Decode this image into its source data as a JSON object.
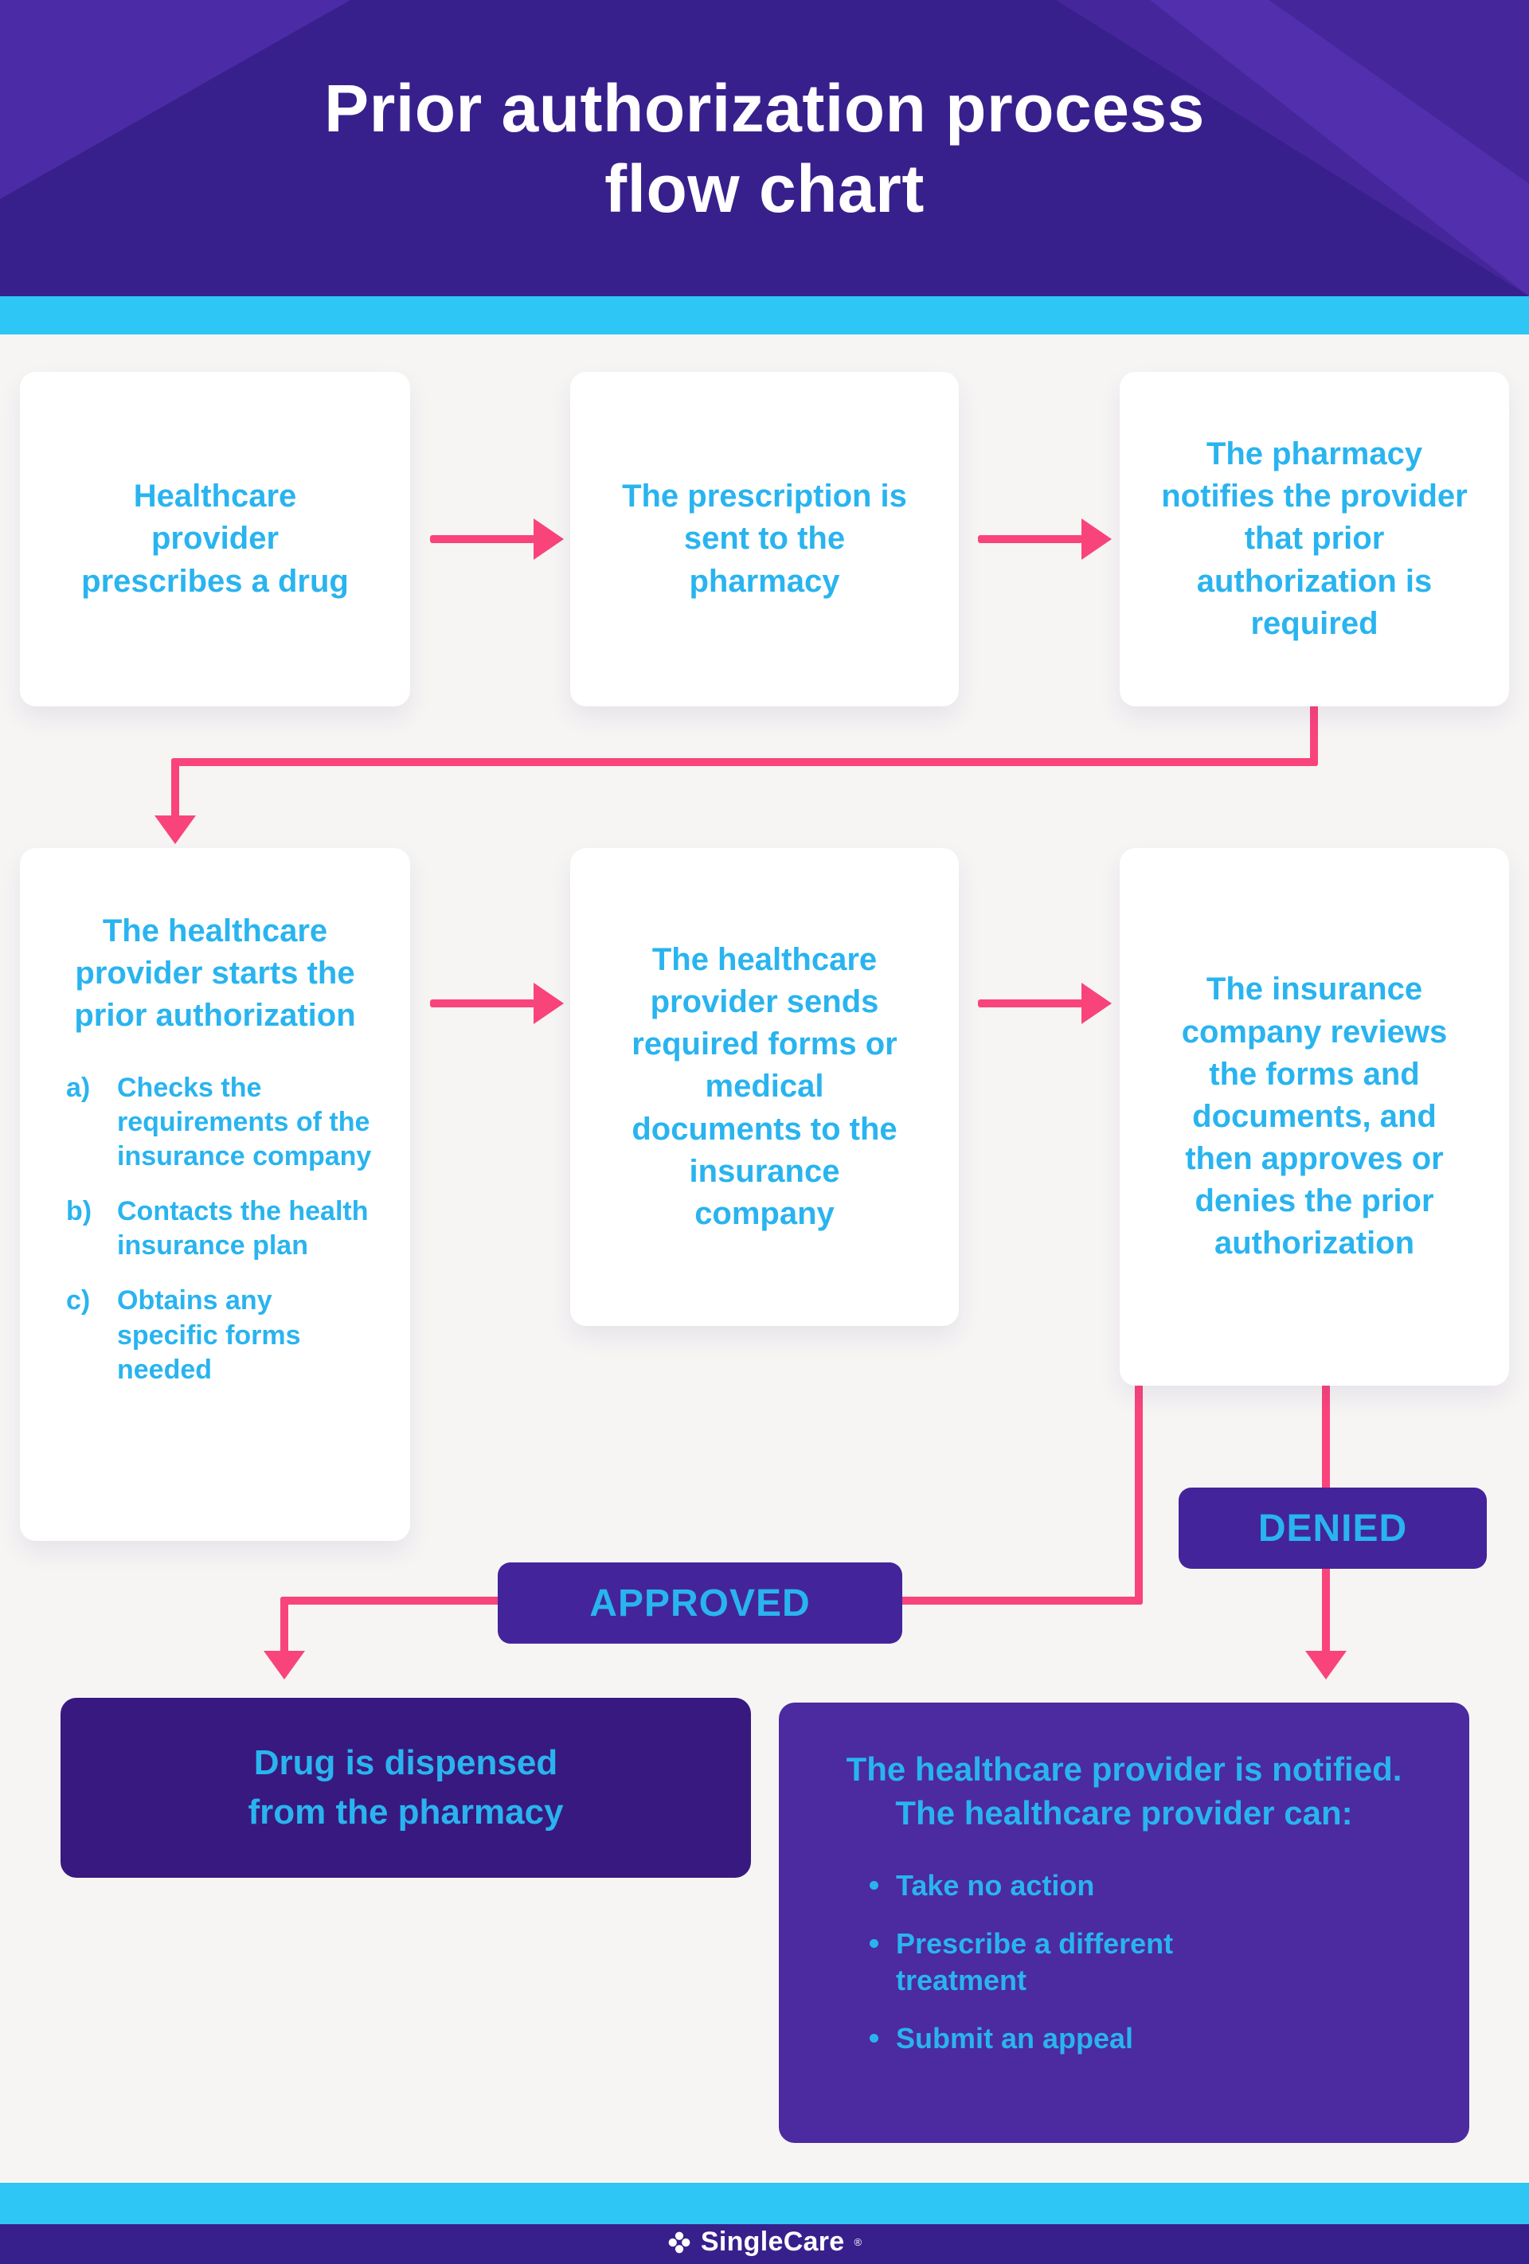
{
  "header": {
    "title_line1": "Prior authorization process",
    "title_line2": "flow chart"
  },
  "flow": {
    "row1": [
      {
        "text": "Healthcare provider prescribes a drug"
      },
      {
        "text": "The prescription is sent to the pharmacy"
      },
      {
        "text": "The pharmacy notifies the provider that prior authorization is required"
      }
    ],
    "row2": {
      "box1": {
        "heading": "The healthcare provider starts the prior authorization",
        "items": [
          {
            "label": "a)",
            "text": "Checks the requirements of the insurance company"
          },
          {
            "label": "b)",
            "text": "Contacts the health insurance plan"
          },
          {
            "label": "c)",
            "text": "Obtains any specific forms needed"
          }
        ]
      },
      "box2": {
        "text": "The healthcare provider sends required forms or medical documents to the insurance company"
      },
      "box3": {
        "text": "The insurance company reviews the forms and documents, and then approves or denies the prior authorization"
      }
    },
    "branches": {
      "approved_label": "APPROVED",
      "denied_label": "DENIED",
      "approved_outcome": "Drug is dispensed from the pharmacy",
      "denied_outcome": {
        "heading": "The healthcare provider is notified. The healthcare provider can:",
        "bullets": [
          {
            "text": "Take no action"
          },
          {
            "text": "Prescribe a different treatment"
          },
          {
            "text": "Submit an appeal"
          }
        ]
      }
    }
  },
  "footer": {
    "brand": "SingleCare",
    "registered": "®",
    "logo_icon": "flower-mark-icon"
  },
  "colors": {
    "header_purple": "#38208c",
    "accent_cyan": "#2ec6f5",
    "text_cyan": "#29b4ef",
    "arrow_pink": "#f9447b",
    "badge_purple": "#43249b",
    "approved_box_purple": "#38197f",
    "denied_box_purple": "#4c2a9f",
    "card_white": "#ffffff",
    "page_bg": "#f6f5f4"
  }
}
